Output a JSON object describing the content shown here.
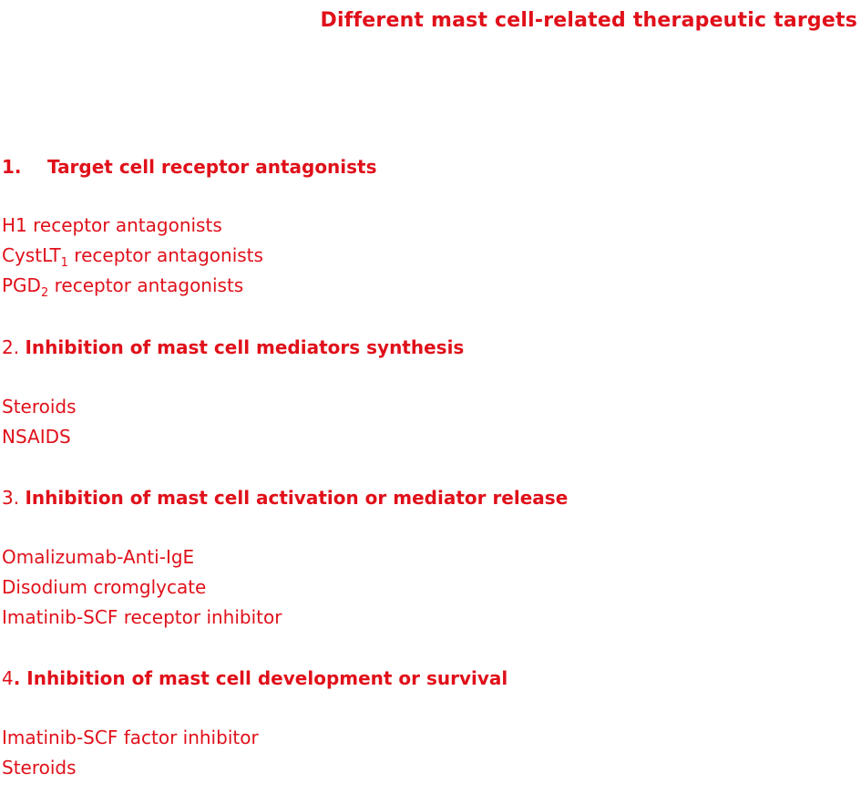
{
  "title": "Different mast cell-related therapeutic targets",
  "sections": [
    {
      "number": "1.",
      "heading": "Target  cell receptor antagonists",
      "items": [
        {
          "text": "H1 receptor antagonists"
        },
        {
          "pre": "CystLT",
          "sub": "1",
          "post": " receptor antagonists"
        },
        {
          "pre": "PGD",
          "sub": "2",
          "post": " receptor antagonists"
        }
      ]
    },
    {
      "number": "2. ",
      "heading": "Inhibition of mast cell mediators synthesis",
      "items": [
        {
          "text": "Steroids"
        },
        {
          "text": "NSAIDS"
        }
      ]
    },
    {
      "number": "3. ",
      "heading": "Inhibition of mast cell activation or mediator release",
      "items": [
        {
          "text": "Omalizumab-Anti-IgE"
        },
        {
          "text": "Disodium cromglycate"
        },
        {
          "text": "Imatinib-SCF receptor inhibitor"
        }
      ]
    },
    {
      "number": "4",
      "heading": ". Inhibition of mast cell development or survival",
      "items": [
        {
          "text": "Imatinib-SCF factor inhibitor"
        },
        {
          "text": "Steroids"
        }
      ]
    }
  ],
  "colors": {
    "text": "#e0101a",
    "background": "#ffffff"
  }
}
